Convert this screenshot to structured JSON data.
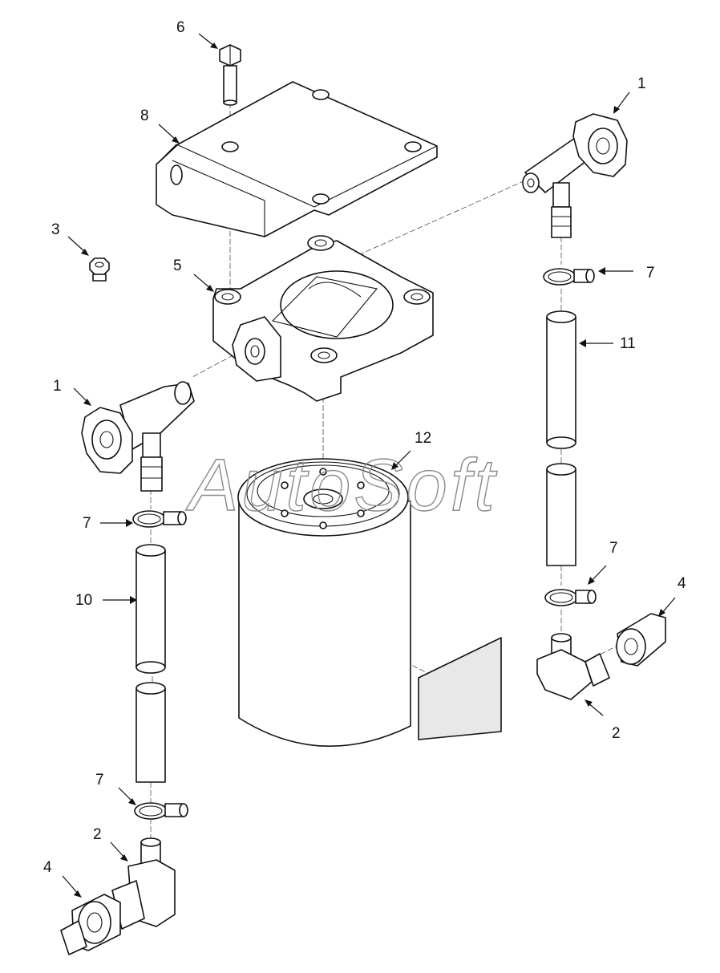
{
  "watermark": "AutoSoft",
  "callouts": [
    "6",
    "8",
    "1",
    "3",
    "5",
    "7",
    "11",
    "1",
    "12",
    "7",
    "10",
    "7",
    "4",
    "2",
    "7",
    "2",
    "4"
  ]
}
